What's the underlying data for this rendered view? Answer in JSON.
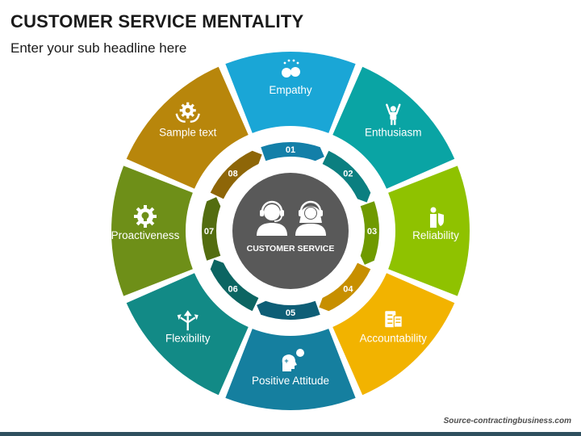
{
  "header": {
    "title": "CUSTOMER SERVICE MENTALITY",
    "subtitle": "Enter your sub headline here"
  },
  "footer": {
    "source": "Source-contractingbusiness.com"
  },
  "center": {
    "label": "CUSTOMER SERVICE",
    "fill": "#595959",
    "icon": "customer-service-agents-icon"
  },
  "segments": [
    {
      "number": "01",
      "label": "Empathy",
      "color": "#1aa6d6",
      "badge_color": "#137fa8",
      "icon": "empathy-heads-icon"
    },
    {
      "number": "02",
      "label": "Enthusiasm",
      "color": "#0aa4a4",
      "badge_color": "#0b7f80",
      "icon": "cheering-person-icon"
    },
    {
      "number": "03",
      "label": "Reliability",
      "color": "#8fc200",
      "badge_color": "#6f9a00",
      "icon": "shield-person-icon"
    },
    {
      "number": "04",
      "label": "Accountability",
      "color": "#f2b300",
      "badge_color": "#c78f00",
      "icon": "checklist-document-icon"
    },
    {
      "number": "05",
      "label": "Positive Attitude",
      "color": "#157f9f",
      "badge_color": "#0e5e76",
      "icon": "positive-mind-icon"
    },
    {
      "number": "06",
      "label": "Flexibility",
      "color": "#128a86",
      "badge_color": "#0c6562",
      "icon": "direction-arrows-icon"
    },
    {
      "number": "07",
      "label": "Proactiveness",
      "color": "#6e8f18",
      "badge_color": "#536d10",
      "icon": "gear-bulb-icon"
    },
    {
      "number": "08",
      "label": "Sample text",
      "color": "#b8860b",
      "badge_color": "#8e6608",
      "icon": "gear-hands-icon"
    }
  ]
}
